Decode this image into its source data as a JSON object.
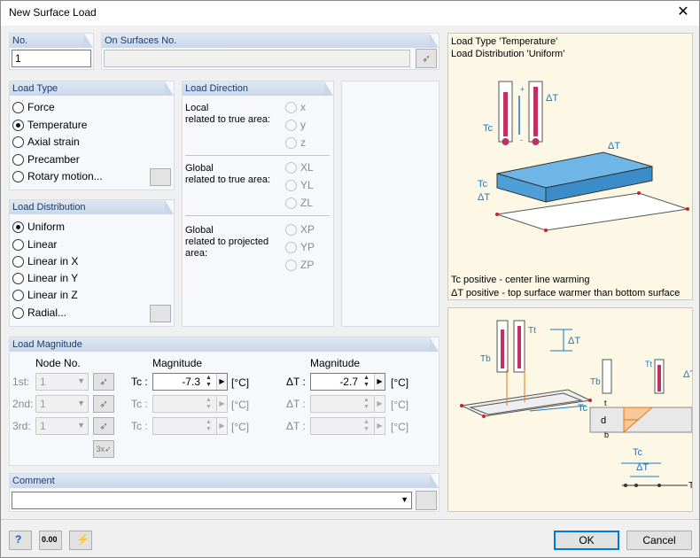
{
  "window": {
    "title": "New Surface Load"
  },
  "no": {
    "header": "No.",
    "value": "1"
  },
  "surfaces": {
    "header": "On Surfaces No.",
    "value": ""
  },
  "load_type": {
    "header": "Load Type",
    "options": [
      "Force",
      "Temperature",
      "Axial strain",
      "Precamber",
      "Rotary motion..."
    ],
    "selected": "Temperature"
  },
  "load_direction": {
    "header": "Load Direction",
    "local_label": "Local\nrelated to true area:",
    "global_true_label": "Global\nrelated to true area:",
    "global_proj_label": "Global\nrelated to projected\narea:",
    "local_opts": [
      "x",
      "y",
      "z"
    ],
    "global_true_opts": [
      "XL",
      "YL",
      "ZL"
    ],
    "global_proj_opts": [
      "XP",
      "YP",
      "ZP"
    ]
  },
  "load_distribution": {
    "header": "Load Distribution",
    "options": [
      "Uniform",
      "Linear",
      "Linear in X",
      "Linear in Y",
      "Linear in Z",
      "Radial..."
    ],
    "selected": "Uniform"
  },
  "load_magnitude": {
    "header": "Load Magnitude",
    "node_no_label": "Node No.",
    "magnitude_label": "Magnitude",
    "magnitude2_label": "Magnitude",
    "rows": [
      {
        "label": "1st:",
        "node": "1",
        "tc_sym": "Tc :",
        "tc_val": "-7.3",
        "unit1": "[°C]",
        "dt_sym": "ΔT :",
        "dt_val": "-2.7",
        "unit2": "[°C]"
      },
      {
        "label": "2nd:",
        "node": "1",
        "tc_sym": "Tc :",
        "tc_val": "",
        "unit1": "[°C]",
        "dt_sym": "ΔT :",
        "dt_val": "",
        "unit2": "[°C]"
      },
      {
        "label": "3rd:",
        "node": "1",
        "tc_sym": "Tc :",
        "tc_val": "",
        "unit1": "[°C]",
        "dt_sym": "ΔT :",
        "dt_val": "",
        "unit2": "[°C]"
      }
    ]
  },
  "comment": {
    "header": "Comment",
    "value": ""
  },
  "info_top": {
    "line1": "Load Type 'Temperature'",
    "line2": "Load Distribution 'Uniform'",
    "note1": "Tc positive - center line warming",
    "note2": "ΔT positive - top surface warmer than bottom surface"
  },
  "buttons": {
    "ok": "OK",
    "cancel": "Cancel"
  },
  "colors": {
    "accent": "#0078d7",
    "group_header": "#c9d7ea",
    "slab": "#5aa9e0",
    "info_bg": "#fdf7e6"
  }
}
